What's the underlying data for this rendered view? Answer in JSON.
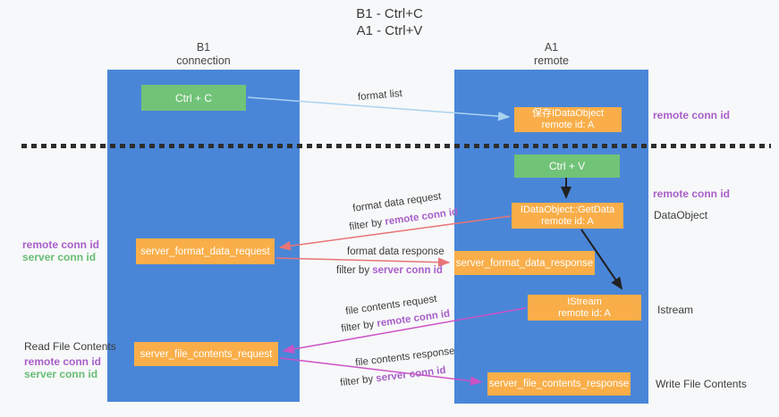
{
  "title": {
    "line1": "B1 - Ctrl+C",
    "line2": "A1 - Ctrl+V"
  },
  "lanes": {
    "left": {
      "name": "B1",
      "role": "connection"
    },
    "right": {
      "name": "A1",
      "role": "remote"
    }
  },
  "boxes": {
    "ctrl_c": "Ctrl + C",
    "save_line1": "保存IDataObject",
    "save_line2": "remote id: A",
    "ctrl_v": "Ctrl + V",
    "getdata_line1": "IDataObject::GetData",
    "getdata_line2": "remote id: A",
    "format_request": "server_format_data_request",
    "format_response": "server_format_data_response",
    "istream_line1": "IStream",
    "istream_line2": "remote id: A",
    "file_request": "server_file_contents_request",
    "file_response": "server_file_contents_response"
  },
  "flow": {
    "format_list": "format list",
    "format_data_request": "format data request",
    "format_data_response": "format data response",
    "file_contents_request": "file contents request",
    "file_contents_response": "file contents response",
    "filter_by": "filter by ",
    "remote_conn_id": "remote conn id",
    "server_conn_id": "server conn id"
  },
  "side": {
    "remote_conn_id": "remote conn id",
    "server_conn_id": "server conn id",
    "dataobject": "DataObject",
    "istream": "Istream",
    "read_file_contents": "Read File Contents",
    "write_file_contents": "Write File Contents"
  },
  "colors": {
    "lane_blue": "#4a86d8",
    "box_orange": "#f9ae49",
    "box_green": "#71c377",
    "arrow_light_blue": "#a9d3f0",
    "arrow_red": "#e87478",
    "arrow_magenta": "#cc52c5",
    "arrow_black": "#222222",
    "text_purple": "#a85fc9",
    "text_green": "#67bd74"
  }
}
